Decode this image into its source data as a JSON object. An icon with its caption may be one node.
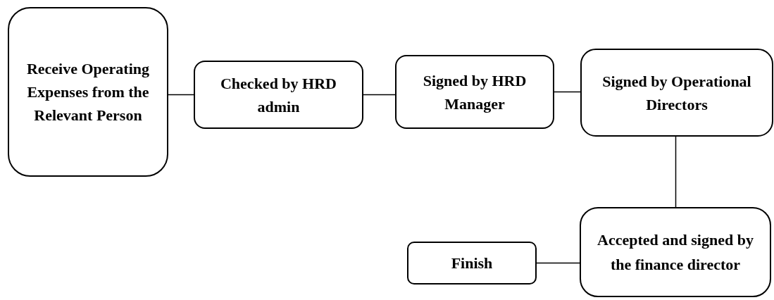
{
  "diagram": {
    "nodes": [
      {
        "text": [
          "Receive Operating Expenses from the Relevant Person"
        ]
      },
      {
        "text": [
          "Checked by HRD admin"
        ]
      },
      {
        "text": [
          "Signed by HRD Manager"
        ]
      },
      {
        "text": [
          "Signed by Operational Directors"
        ]
      },
      {
        "text": [
          "Accepted and signed by the finance director"
        ]
      },
      {
        "text": [
          "Finish"
        ]
      }
    ],
    "edges": [
      {
        "from": 0,
        "to": 1,
        "arrow": "none"
      },
      {
        "from": 1,
        "to": 2,
        "arrow": "none"
      },
      {
        "from": 2,
        "to": 3,
        "arrow": "none"
      },
      {
        "from": 3,
        "to": 4,
        "arrow": "none"
      },
      {
        "from": 4,
        "to": 5,
        "arrow": "none"
      }
    ]
  }
}
